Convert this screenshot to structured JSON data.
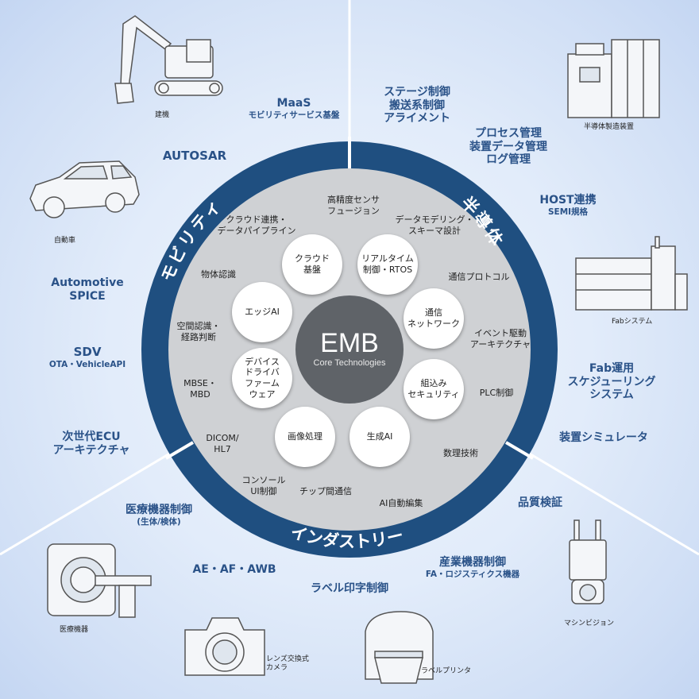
{
  "center": {
    "title": "EMB",
    "subtitle": "Core Technologies"
  },
  "sectors": {
    "mobility": "モビリティ",
    "semiconductor": "半導体",
    "industry": "インダストリー"
  },
  "nodes": {
    "cloud": "クラウド\n基盤",
    "realtime": "リアルタイム\n制御・RTOS",
    "comm": "通信\nネットワーク",
    "security": "組込み\nセキュリティ",
    "genai": "生成AI",
    "imgproc": "画像処理",
    "device": "デバイス\nドライバ\nファーム\nウェア",
    "edgeai": "エッジAI"
  },
  "inner": {
    "sensor": "高精度センサ\nフュージョン",
    "pipeline": "クラウド連携・\nデータパイプライン",
    "modeling": "データモデリング・\nスキーマ設計",
    "protocol": "通信プロトコル",
    "event": "イベント駆動\nアーキテクチャ",
    "plc": "PLC制御",
    "math": "数理技術",
    "aiedit": "AI自動編集",
    "chipcomm": "チップ間通信",
    "console": "コンソール\nUI制御",
    "dicom": "DICOM/\nHL7",
    "mbse": "MBSE・\nMBD",
    "spatial": "空間認識・\n経路判断",
    "objrec": "物体認識"
  },
  "outer": {
    "maas_title": "MaaS",
    "maas_sub": "モビリティサービス基盤",
    "autosar": "AUTOSAR",
    "spice": "Automotive\nSPICE",
    "sdv_title": "SDV",
    "sdv_sub": "OTA・VehicleAPI",
    "ecu": "次世代ECU\nアーキテクチャ",
    "stage": "ステージ制御\n搬送系制御\nアライメント",
    "process": "プロセス管理\n装置データ管理\nログ管理",
    "host_title": "HOST連携",
    "host_sub": "SEMI規格",
    "fab_ops": "Fab運用\nスケジューリング\nシステム",
    "equip_sim": "装置シミュレータ",
    "quality": "品質検証",
    "industrial_title": "産業機器制御",
    "industrial_sub": "FA・ロジスティクス機器",
    "medical_title": "医療機器制御",
    "medical_sub": "(生体/検体)",
    "aeafawb": "AE・AF・AWB",
    "label_print": "ラベル印字制御"
  },
  "captions": {
    "construction": "建機",
    "car": "自動車",
    "semi_equipment": "半導体製造装置",
    "fab_system": "Fabシステム",
    "machine_vision": "マシンビジョン",
    "label_printer": "ラベルプリンタ",
    "camera": "レンズ交換式\nカメラ",
    "medical_equipment": "医療機器"
  },
  "colors": {
    "ring": "#1f4f80",
    "inner_disc": "#cfd1d4",
    "center": "#5f6368",
    "label": "#2a5288"
  }
}
